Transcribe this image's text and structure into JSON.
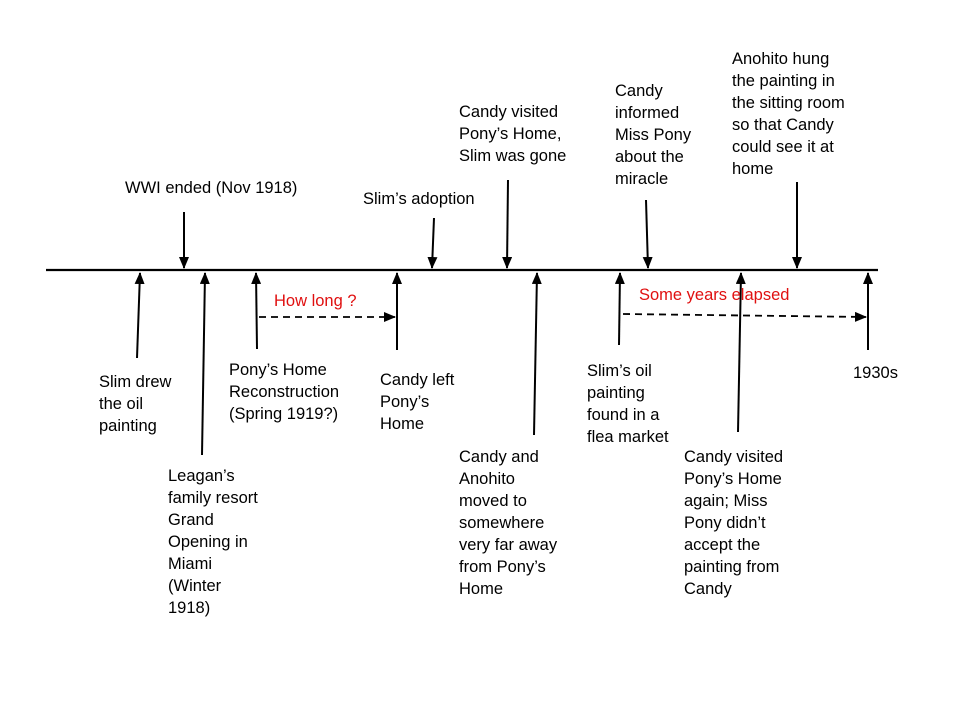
{
  "diagram": {
    "colors": {
      "line": "#000000",
      "text": "#000000",
      "accent": "#e01010"
    },
    "events_above": [
      {
        "text": "WWI ended (Nov 1918)"
      },
      {
        "text": "Slim’s adoption"
      },
      {
        "text": "Candy visited\nPony’s Home,\nSlim was gone"
      },
      {
        "text": "Candy\ninformed\nMiss Pony\nabout the\nmiracle"
      },
      {
        "text": "Anohito hung\nthe painting in\nthe sitting room\nso that Candy\ncould see it at\nhome"
      }
    ],
    "events_below": [
      {
        "text": "Slim drew\nthe oil\npainting"
      },
      {
        "text": "Leagan’s\nfamily resort\nGrand\nOpening in\nMiami\n(Winter\n1918)"
      },
      {
        "text": "Pony’s Home\nReconstruction\n(Spring 1919?)"
      },
      {
        "text": "Candy left\nPony’s\nHome"
      },
      {
        "text": "Candy and\nAnohito\nmoved to\nsomewhere\nvery far away\nfrom Pony’s\nHome"
      },
      {
        "text": "Slim’s oil\npainting\nfound in a\nflea market"
      },
      {
        "text": "Candy visited\nPony’s Home\nagain; Miss\nPony didn’t\naccept the\npainting from\nCandy"
      },
      {
        "text": "1930s"
      }
    ],
    "spans": [
      {
        "text": "How long ?"
      },
      {
        "text": "Some years elapsed"
      }
    ]
  }
}
